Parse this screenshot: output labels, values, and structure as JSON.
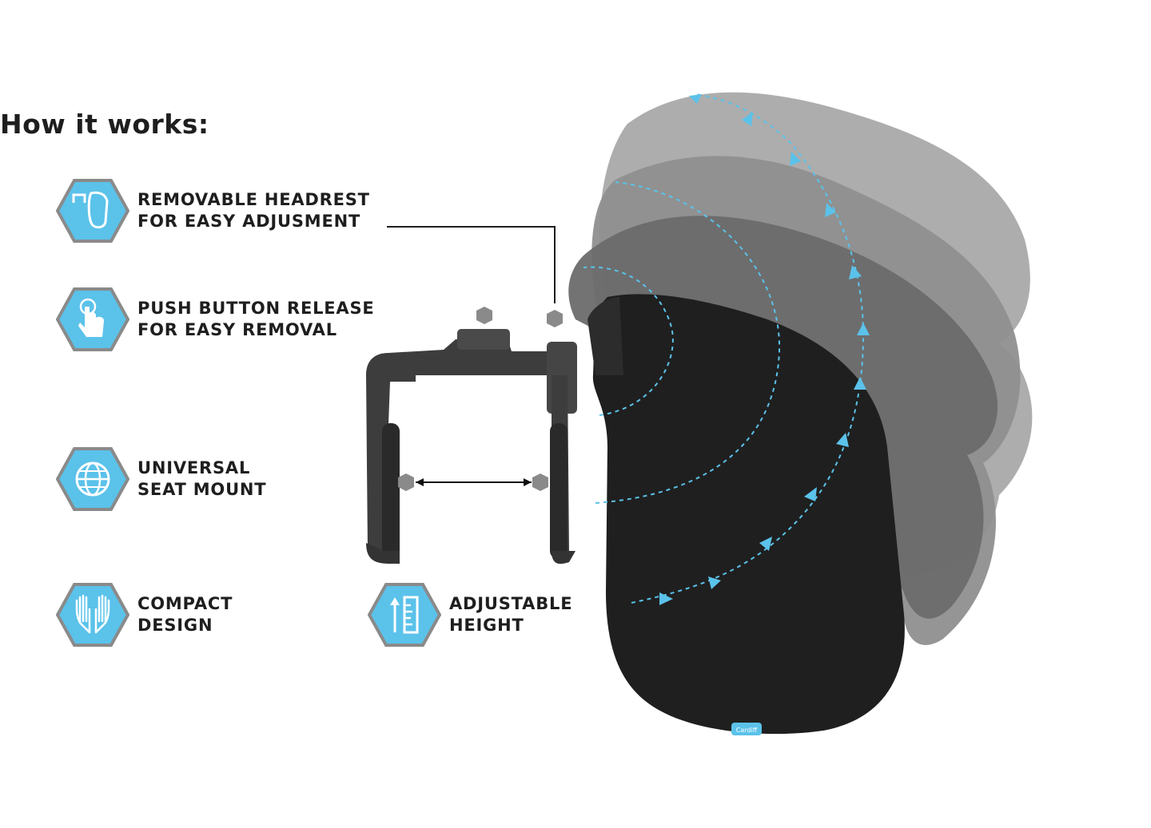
{
  "title": "How it works:",
  "colors": {
    "accent": "#5bc2ea",
    "accent_dark": "#8a8a8a",
    "text": "#1e1e1e"
  },
  "features": [
    {
      "icon": "headrest-icon",
      "line1": "REMOVABLE HEADREST",
      "line2": "FOR EASY ADJUSMENT"
    },
    {
      "icon": "push-button-icon",
      "line1": "PUSH BUTTON RELEASE",
      "line2": "FOR EASY REMOVAL"
    },
    {
      "icon": "globe-icon",
      "line1": "UNIVERSAL",
      "line2": "SEAT MOUNT"
    },
    {
      "icon": "hands-icon",
      "line1": "COMPACT",
      "line2": "DESIGN"
    },
    {
      "icon": "height-ruler-icon",
      "line1": "ADJUSTABLE",
      "line2": "HEIGHT"
    }
  ],
  "product": {
    "tag_label": "Cardiff"
  }
}
